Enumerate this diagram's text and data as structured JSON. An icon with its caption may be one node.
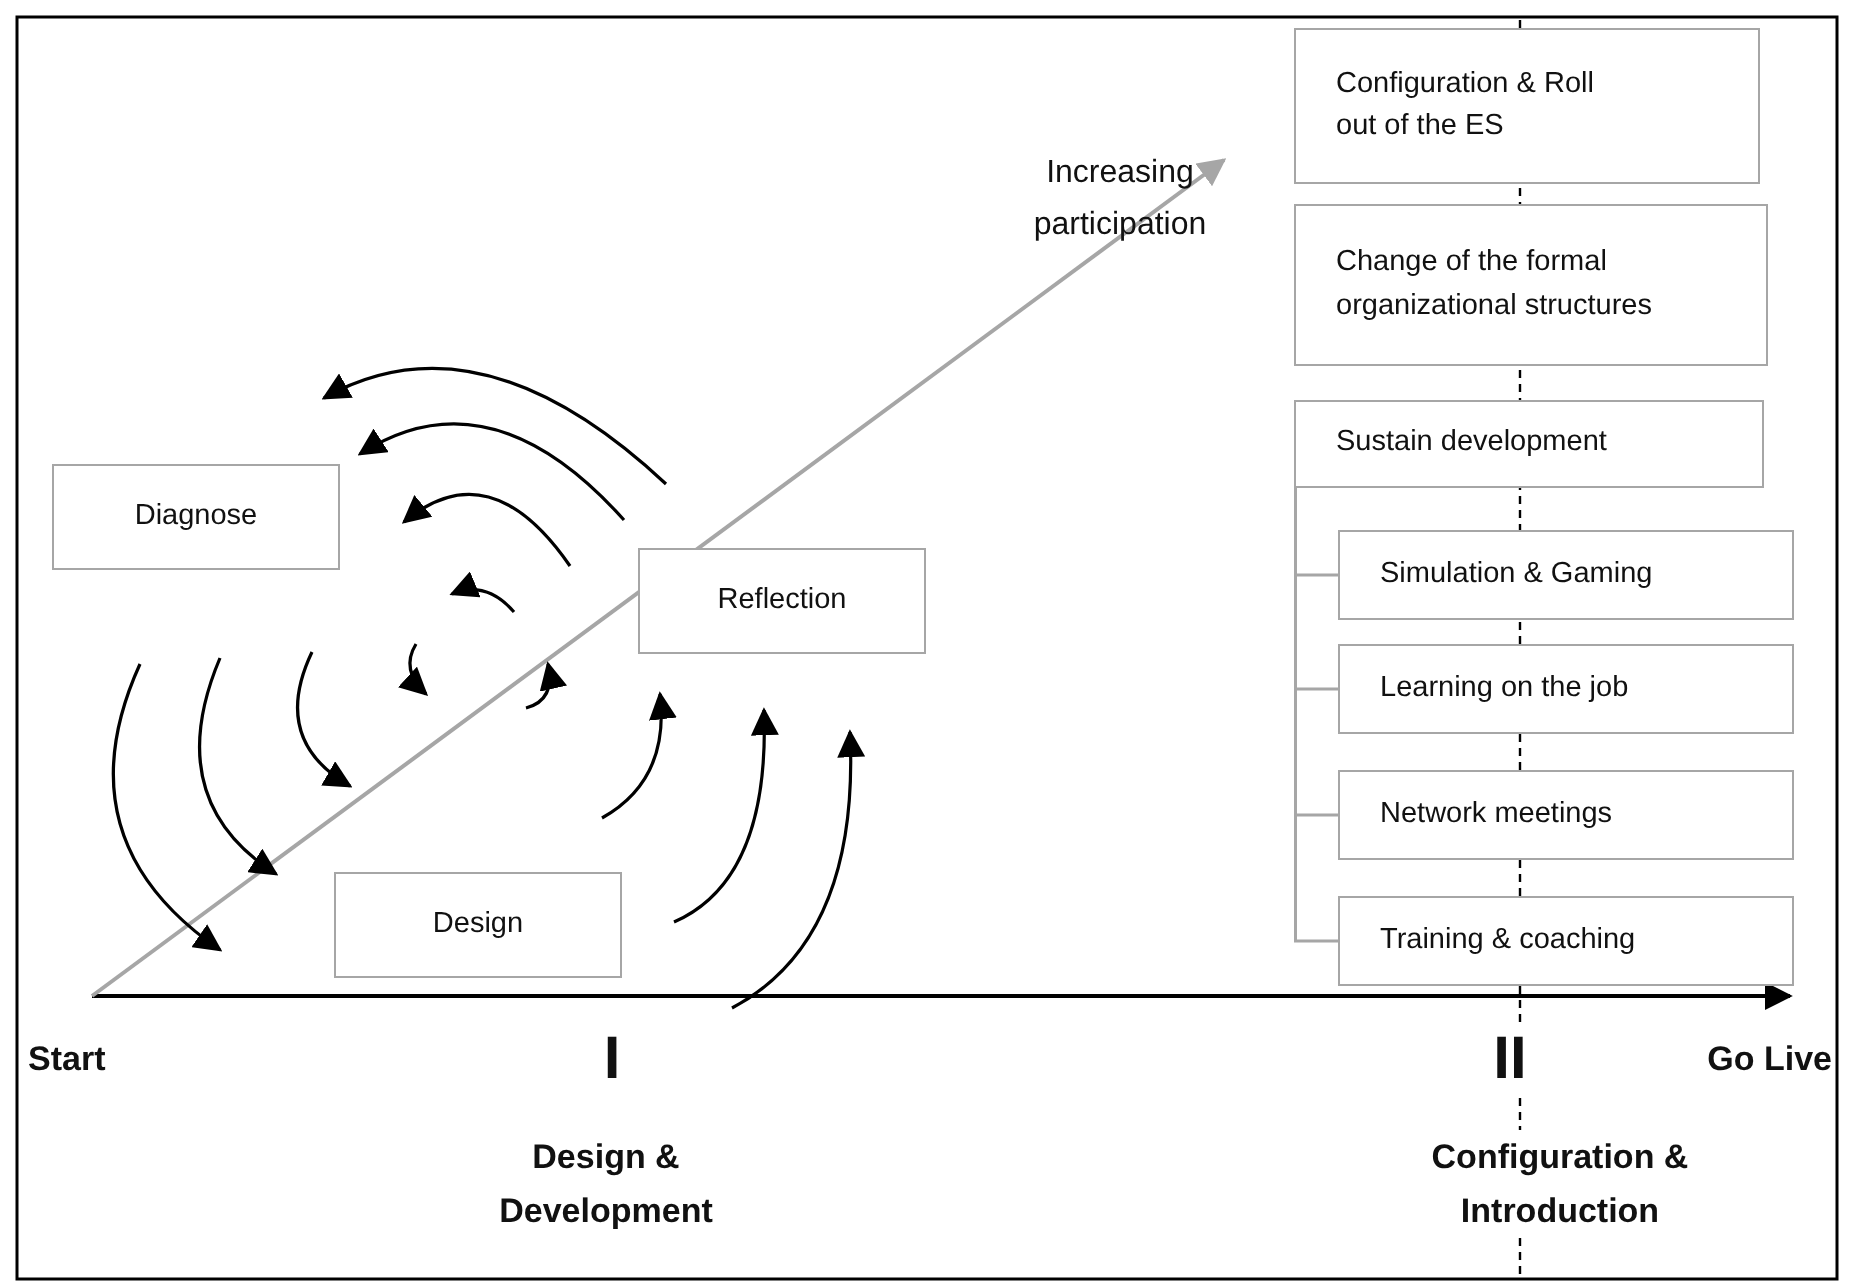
{
  "diagram": {
    "nodes": [
      {
        "text": [
          "Diagnose"
        ]
      },
      {
        "text": [
          "Reflection"
        ]
      },
      {
        "text": [
          "Design"
        ]
      },
      {
        "text": [
          "Configuration & Roll out of the ES"
        ]
      },
      {
        "text": [
          "Change of the formal organizational structures"
        ]
      },
      {
        "text": [
          "Sustain development"
        ]
      },
      {
        "text": [
          "Simulation & Gaming"
        ]
      },
      {
        "text": [
          "Learning on the job"
        ]
      },
      {
        "text": [
          "Network meetings"
        ]
      },
      {
        "text": [
          "Training & coaching"
        ]
      }
    ],
    "edges": [
      {
        "from": 5,
        "to": 6,
        "arrow": "none"
      },
      {
        "from": 5,
        "to": 7,
        "arrow": "none"
      },
      {
        "from": 5,
        "to": 8,
        "arrow": "none"
      },
      {
        "from": 5,
        "to": 9,
        "arrow": "none"
      }
    ],
    "labels": [
      "Increasing participation",
      "Start",
      "I",
      "II",
      "Go Live",
      "Design & Development",
      "Configuration & Introduction"
    ]
  }
}
